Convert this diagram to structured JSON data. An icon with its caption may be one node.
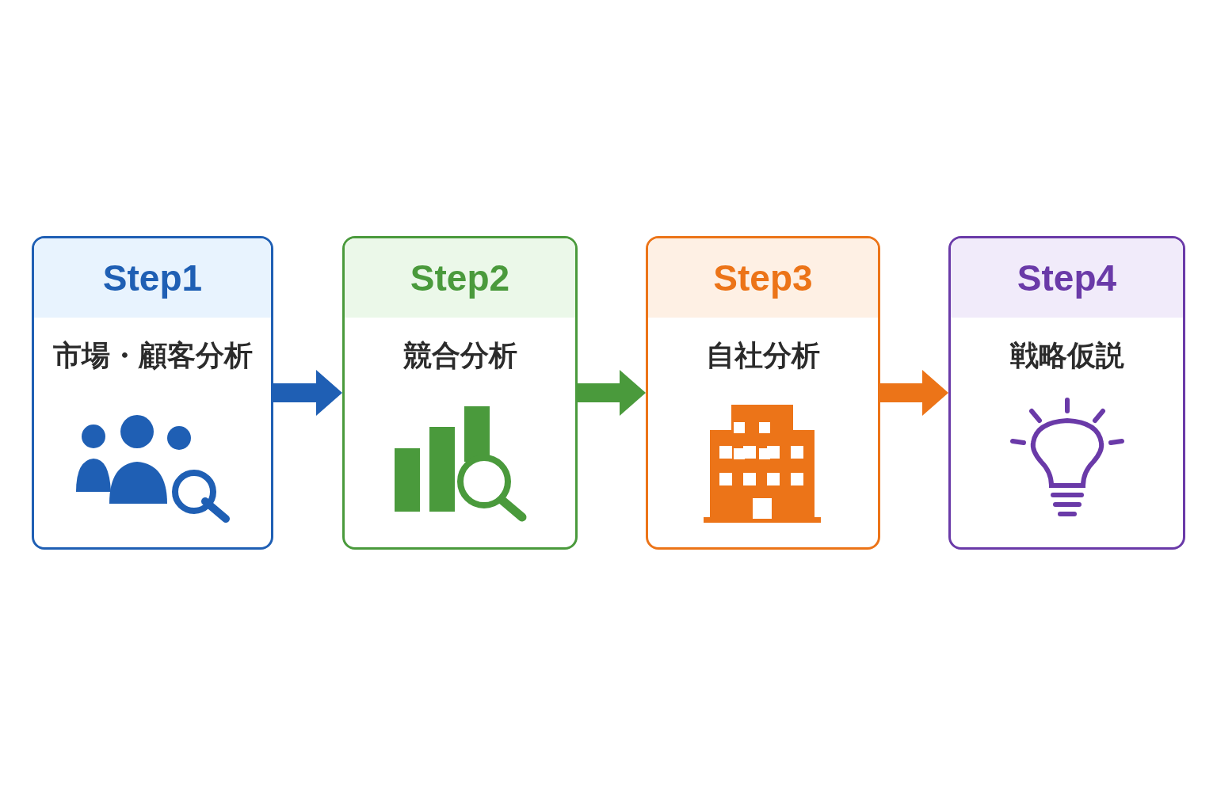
{
  "diagram": {
    "nodes": [
      {
        "text": [
          "Step1",
          "市場・顧客分析"
        ]
      },
      {
        "text": [
          "Step2",
          "競合分析"
        ]
      },
      {
        "text": [
          "Step3",
          "自社分析"
        ]
      },
      {
        "text": [
          "Step4",
          "戦略仮説"
        ]
      }
    ],
    "edges": [
      {
        "from": 0,
        "to": 1,
        "arrow": "to",
        "color": "#1f5fb4"
      },
      {
        "from": 1,
        "to": 2,
        "arrow": "to",
        "color": "#4a9a3c"
      },
      {
        "from": 2,
        "to": 3,
        "arrow": "to",
        "color": "#ec7418"
      }
    ]
  }
}
